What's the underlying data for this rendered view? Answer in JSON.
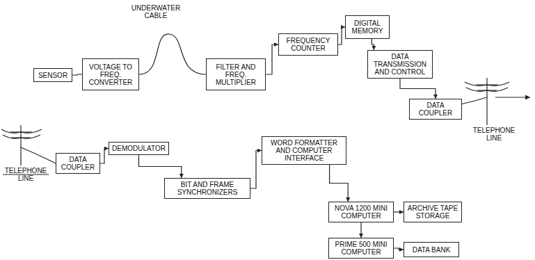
{
  "diagram": {
    "nodes": [
      {
        "text": [
          "SENSOR"
        ]
      },
      {
        "text": [
          "VOLTAGE TO FREQ. CONVERTER"
        ]
      },
      {
        "text": [
          "FILTER AND FREQ. MULTIPLIER"
        ]
      },
      {
        "text": [
          "FREQUENCY COUNTER"
        ]
      },
      {
        "text": [
          "DIGITAL MEMORY"
        ]
      },
      {
        "text": [
          "DATA TRANSMISSION AND CONTROL"
        ]
      },
      {
        "text": [
          "DATA COUPLER"
        ]
      },
      {
        "text": [
          "DATA COUPLER"
        ]
      },
      {
        "text": [
          "DEMODULATOR"
        ]
      },
      {
        "text": [
          "BIT AND FRAME SYNCHRONIZERS"
        ]
      },
      {
        "text": [
          "WORD FORMATTER AND COMPUTER INTERFACE"
        ]
      },
      {
        "text": [
          "NOVA 1200 MINI COMPUTER"
        ]
      },
      {
        "text": [
          "ARCHIVE TAPE STORAGE"
        ]
      },
      {
        "text": [
          "PRIME 500 MINI COMPUTER"
        ]
      },
      {
        "text": [
          "DATA BANK"
        ]
      }
    ],
    "edges": [
      {
        "from": 0,
        "to": 1,
        "arrow": "none"
      },
      {
        "from": 1,
        "to": 2,
        "arrow": "none"
      },
      {
        "from": 2,
        "to": 3,
        "arrow": "to"
      },
      {
        "from": 3,
        "to": 4,
        "arrow": "to"
      },
      {
        "from": 4,
        "to": 5,
        "arrow": "to"
      },
      {
        "from": 5,
        "to": 6,
        "arrow": "to"
      },
      {
        "from": 7,
        "to": 8,
        "arrow": "to"
      },
      {
        "from": 8,
        "to": 9,
        "arrow": "to"
      },
      {
        "from": 9,
        "to": 10,
        "arrow": "to"
      },
      {
        "from": 10,
        "to": 11,
        "arrow": "to"
      },
      {
        "from": 11,
        "to": 12,
        "arrow": "to"
      },
      {
        "from": 11,
        "to": 13,
        "arrow": "to"
      },
      {
        "from": 13,
        "to": 14,
        "arrow": "to"
      }
    ],
    "labels": [
      "UNDERWATER CABLE",
      "TELEPHONE LINE",
      "TELEPHONE LINE"
    ]
  }
}
